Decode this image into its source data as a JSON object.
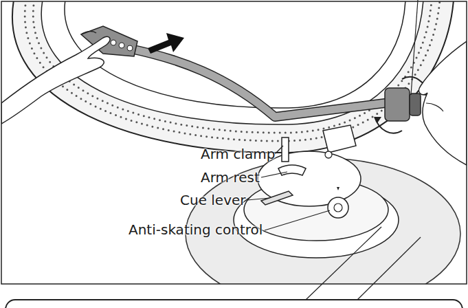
{
  "diagram": {
    "labels": [
      "Arm clamp",
      "Arm rest",
      "Cue lever",
      "Anti-skating control"
    ]
  }
}
